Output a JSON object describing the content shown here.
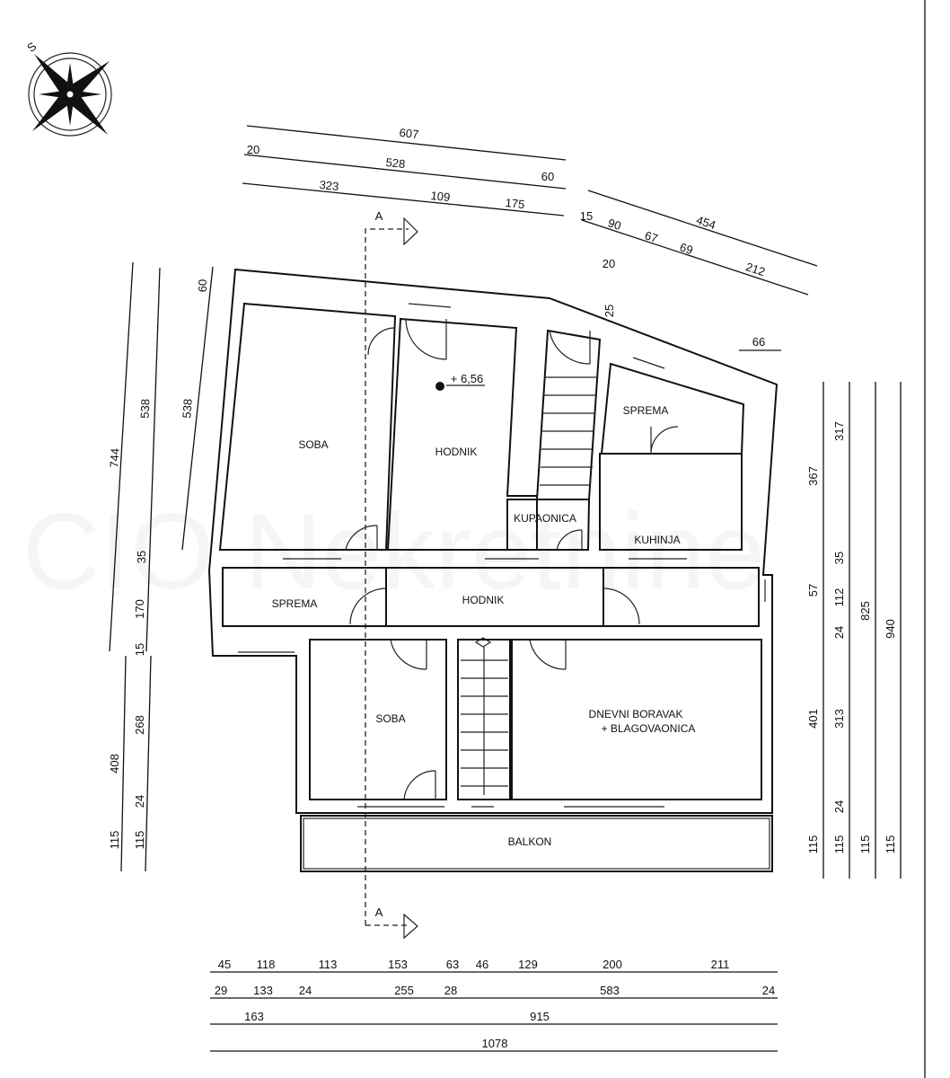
{
  "watermark": "CIO Nekretnine",
  "compass": {
    "label": "S"
  },
  "section_marker": {
    "top": "A",
    "bottom": "A"
  },
  "elevation": "+ 6,56",
  "rooms": {
    "soba_top": "SOBA",
    "hodnik_top": "HODNIK",
    "sprema_right": "SPREMA",
    "kupaonica": "KUPAONICA",
    "kuhinja": "KUHINJA",
    "sprema_left": "SPREMA",
    "hodnik_mid": "HODNIK",
    "soba_bottom": "SOBA",
    "dnevni_1": "DNEVNI BORAVAK",
    "dnevni_2": "+ BLAGOVAONICA",
    "balkon": "BALKON"
  },
  "dims_top": {
    "a": "607",
    "b": "20",
    "c": "528",
    "d": "60",
    "e": "323",
    "f": "109",
    "g": "175"
  },
  "dims_slant": {
    "a": "454",
    "b": "15",
    "c": "90",
    "d": "67",
    "e": "69",
    "f": "212",
    "g": "20",
    "h": "25",
    "i": "66"
  },
  "dims_left": {
    "a": "744",
    "b": "538",
    "c": "35",
    "d": "170",
    "e": "15",
    "f": "60",
    "g": "538",
    "h": "408",
    "i": "268",
    "j": "24",
    "k": "115",
    "l": "115"
  },
  "dims_right": {
    "a": "367",
    "b": "57",
    "c": "401",
    "d": "115",
    "e": "317",
    "f": "35",
    "g": "112",
    "h": "24",
    "i": "313",
    "j": "24",
    "k": "115",
    "l": "825",
    "m": "115",
    "n": "940",
    "o": "115"
  },
  "dims_bottom": {
    "row1": [
      "45",
      "118",
      "113",
      "153",
      "63",
      "46",
      "129",
      "200",
      "211"
    ],
    "row2": [
      "29",
      "133",
      "24",
      "255",
      "28",
      "583",
      "24"
    ],
    "row3": [
      "163",
      "915"
    ],
    "row4": [
      "1078"
    ]
  }
}
